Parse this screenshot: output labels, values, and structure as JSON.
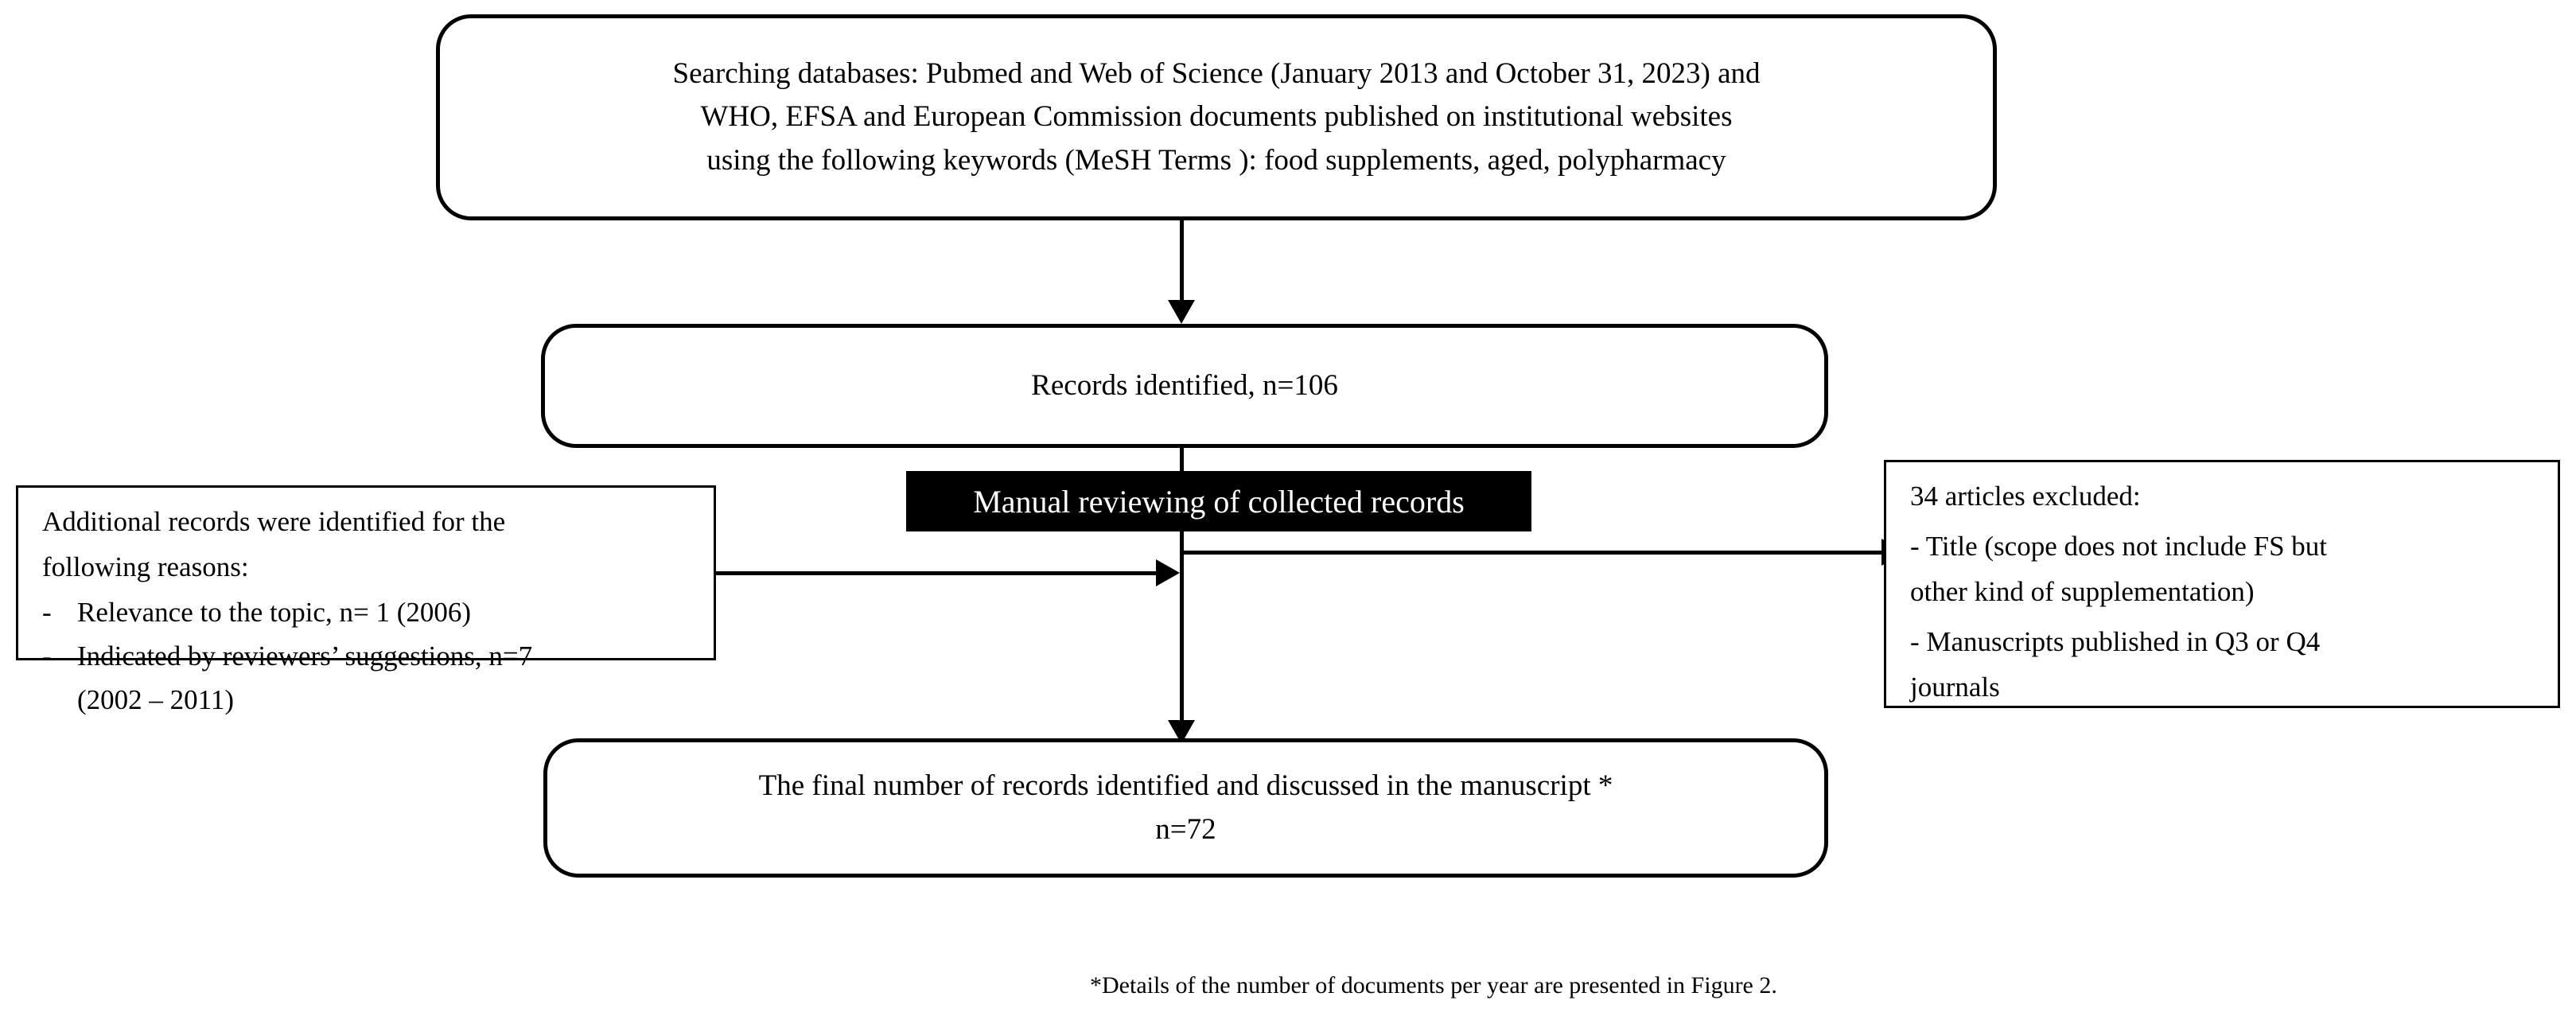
{
  "diagram": {
    "title": "PRISMA-style record selection flowchart",
    "colors": {
      "stroke": "#000000",
      "background": "#ffffff",
      "banner_fill": "#000000",
      "banner_text": "#ffffff"
    },
    "search_box": {
      "line1": "Searching databases: Pubmed and Web of Science (January 2013 and October 31, 2023) and",
      "line2": "WHO, EFSA and European Commission documents published on institutional websites",
      "line3": "using the following keywords (MeSH Terms ): food supplements, aged, polypharmacy"
    },
    "records_box": {
      "text": "Records identified, n=106"
    },
    "manual_banner": {
      "text": "Manual reviewing of collected records"
    },
    "additional_box": {
      "heading_line1": "Additional records were identified for the",
      "heading_line2": "following reasons:",
      "bullets": [
        {
          "dash": "-",
          "text": "Relevance to the topic, n= 1 (2006)"
        },
        {
          "dash": "-",
          "text": "Indicated by reviewers’ suggestions,  n=7"
        }
      ],
      "continuation": "(2002 – 2011)"
    },
    "excluded_box": {
      "heading": "34 articles excluded:",
      "item1_line1": "- Title  (scope does not include FS but",
      "item1_line2": "other kind of supplementation)",
      "item2_line1": "- Manuscripts published in Q3 or Q4",
      "item2_line2": "journals"
    },
    "final_box": {
      "line1": "The final number of records identified and discussed in the manuscript *",
      "line2": "n=72"
    },
    "footnote": {
      "text": "*Details of the number of documents per year are presented in Figure 2."
    }
  }
}
